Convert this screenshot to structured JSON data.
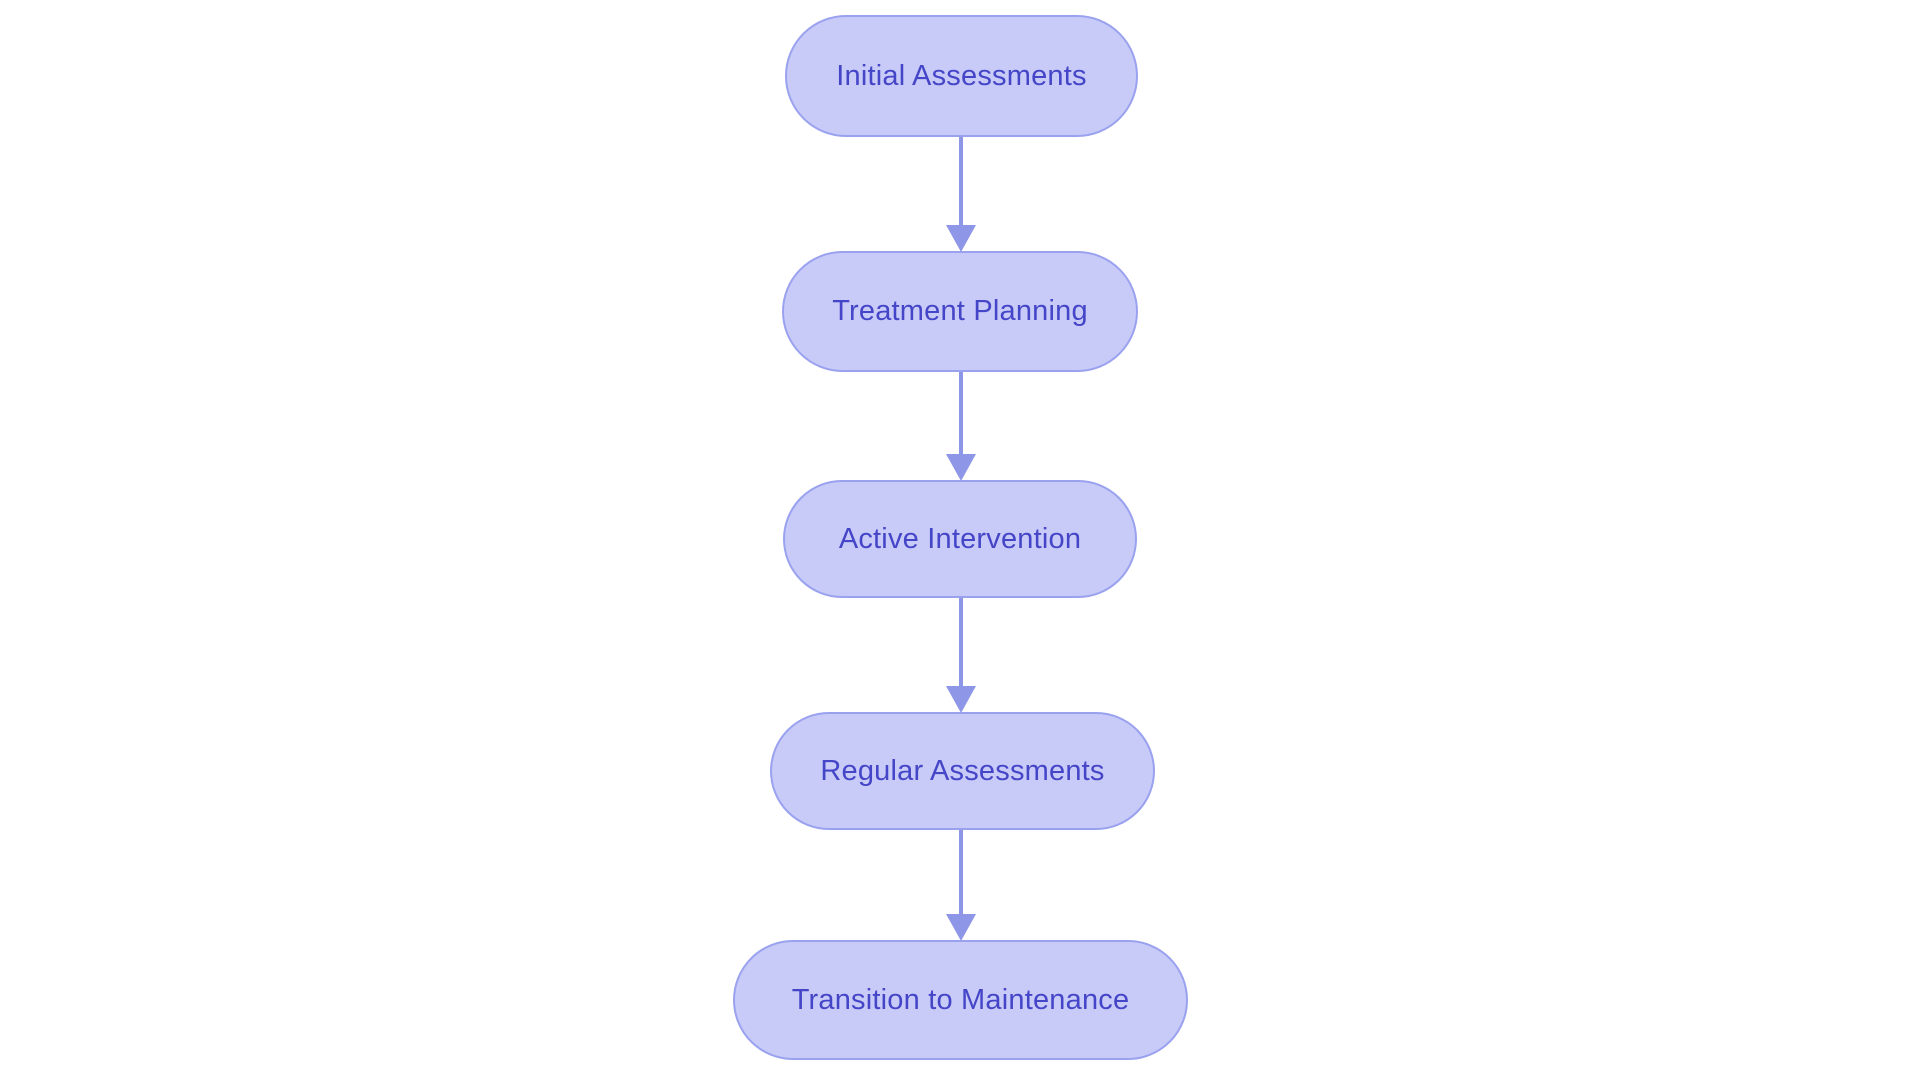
{
  "diagram": {
    "type": "flowchart",
    "direction": "top-down",
    "nodes": [
      {
        "id": "initial-assessments",
        "label": "Initial Assessments"
      },
      {
        "id": "treatment-planning",
        "label": "Treatment Planning"
      },
      {
        "id": "active-intervention",
        "label": "Active Intervention"
      },
      {
        "id": "regular-assessments",
        "label": "Regular Assessments"
      },
      {
        "id": "transition-to-maintenance",
        "label": "Transition to Maintenance"
      }
    ],
    "edges": [
      {
        "from": "Initial Assessments",
        "to": "Treatment Planning"
      },
      {
        "from": "Treatment Planning",
        "to": "Active Intervention"
      },
      {
        "from": "Active Intervention",
        "to": "Regular Assessments"
      },
      {
        "from": "Regular Assessments",
        "to": "Transition to Maintenance"
      }
    ],
    "colors": {
      "background": "#ffffff",
      "node_fill": "#c8cbf8",
      "node_border": "#9aa2ef",
      "arrow": "#8e96e8",
      "text": "#4545c8"
    }
  }
}
